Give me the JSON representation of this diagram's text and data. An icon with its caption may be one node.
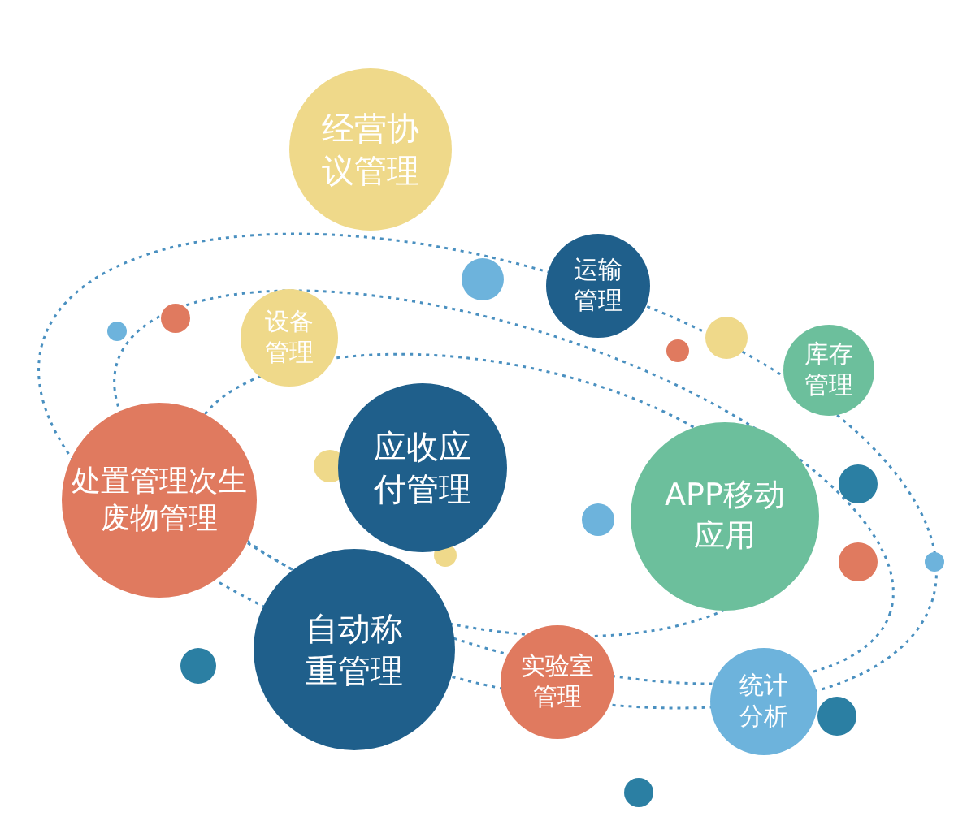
{
  "diagram": {
    "nodes": [
      {
        "text": [
          "经营协议管理"
        ]
      },
      {
        "text": [
          "运输管理"
        ]
      },
      {
        "text": [
          "设备管理"
        ]
      },
      {
        "text": [
          "库存管理"
        ]
      },
      {
        "text": [
          "应收应付管理"
        ]
      },
      {
        "text": [
          "处置管理次生废物管理"
        ]
      },
      {
        "text": [
          "APP移动应用"
        ]
      },
      {
        "text": [
          "自动称重管理"
        ]
      },
      {
        "text": [
          "实验室管理"
        ]
      },
      {
        "text": [
          "统计分析"
        ]
      }
    ]
  }
}
